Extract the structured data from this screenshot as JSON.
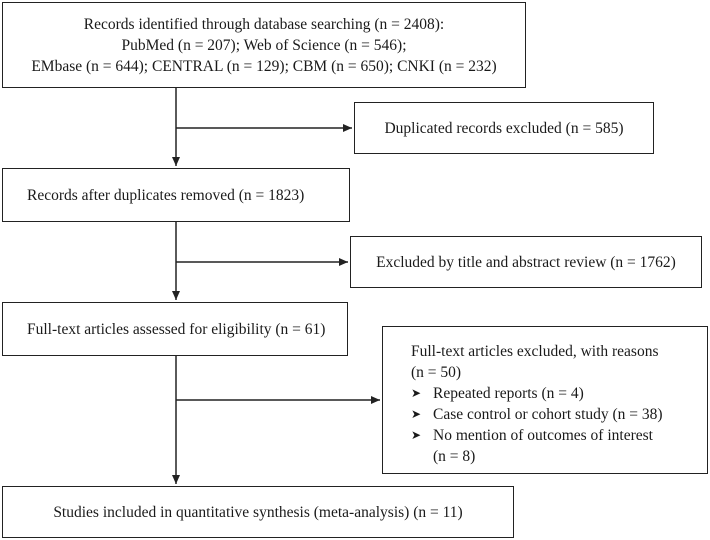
{
  "boxes": {
    "identified": {
      "lines": [
        "Records identified through database searching (n = 2408):",
        "PubMed (n = 207); Web of Science (n = 546);",
        "EMbase (n = 644); CENTRAL (n = 129); CBM (n = 650); CNKI (n = 232)"
      ]
    },
    "duplicates_excluded": "Duplicated records excluded (n = 585)",
    "after_duplicates": "Records after duplicates removed (n = 1823)",
    "title_abstract_excluded": "Excluded by title and abstract review (n = 1762)",
    "fulltext_assessed": "Full-text articles assessed for eligibility (n = 61)",
    "fulltext_excluded": {
      "heading_line1": "Full-text articles excluded, with reasons",
      "heading_line2": "(n = 50)",
      "reasons": [
        {
          "line1": "Repeated reports (n = 4)"
        },
        {
          "line1": "Case control or cohort study (n = 38)"
        },
        {
          "line1": "No mention of outcomes of interest",
          "line2": "(n = 8)"
        }
      ]
    },
    "included": "Studies included in quantitative synthesis (meta-analysis) (n = 11)"
  },
  "colors": {
    "line": "#222222",
    "box_border": "#222222",
    "text": "#1a1a1a"
  }
}
